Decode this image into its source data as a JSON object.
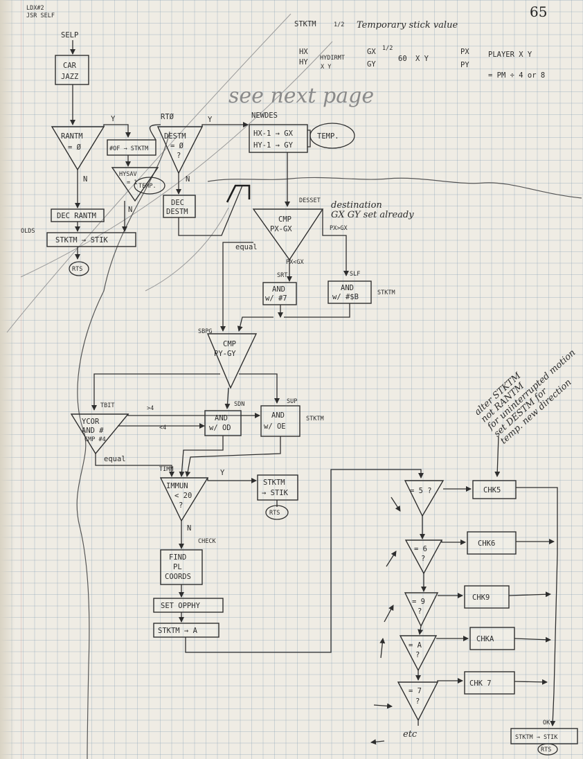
{
  "page_number": "65",
  "corner_note": [
    "LDX#2",
    "JSR SELF"
  ],
  "header": {
    "stktm_label": "STKTM",
    "stktm_fraction": "1/2",
    "stktm_desc": "Temporary stick value",
    "hx": "HX",
    "hy": "HY",
    "hydirmt": "HYDIRMT",
    "xy_small": "X Y",
    "gx": "GX",
    "gy": "GY",
    "half": "1/2",
    "sixty": "60",
    "xy": "X Y",
    "px": "PX",
    "py": "PY",
    "player_xy": "PLAYER X Y",
    "pm_formula": "= PM ÷ 4 or 8"
  },
  "see_next_page": "see next page",
  "destination_note": "destination",
  "gxgy_note": "GX GY set already",
  "side_note": [
    "alter STKTM",
    "not RANTM",
    "for uninterrupted motion",
    "set DESTM for",
    "temp. new direction"
  ],
  "nodes": {
    "selp": "SELP",
    "car_jazz": [
      "CAR",
      "JAZZ"
    ],
    "rantm": [
      "RANTM",
      "= Ø"
    ],
    "dec_rantm": "DEC RANTM",
    "stktm_stik_1": "STKTM → STIK",
    "olds": "OLDS",
    "rts_1": "RTS",
    "of_stktm": "#OF → STKTM",
    "hysave": [
      "HYSAV",
      "= 1"
    ],
    "temp_1": "TEMP.",
    "rto": "RTØ",
    "destm": [
      "DESTM",
      "= Ø",
      "?"
    ],
    "dec_destm": [
      "DEC",
      "DESTM"
    ],
    "newdes": "NEWDES",
    "hx_gx": "HX-1 → GX",
    "hy_gy": "HY-1 → GY",
    "temp_2": "TEMP.",
    "desset": "DESSET",
    "cmp_px": [
      "CMP",
      "PX-GX"
    ],
    "px_gt": "PX>GX",
    "px_lt": "PX<GX",
    "equal_1": "equal",
    "srt": "SRT",
    "slf": "SLF",
    "and_7": [
      "AND",
      "w/ #7"
    ],
    "and_b": [
      "AND",
      "w/ #$B"
    ],
    "stktm_note_1": "STKTM",
    "sbpg": "SBPG",
    "cmp_py": [
      "CMP",
      "PY-GY"
    ],
    "tbit": "TBIT",
    "ycor": [
      "YCOR",
      "AND #",
      "CMP #4"
    ],
    "gt4": ">4",
    "lt4": "<4",
    "sdn": "SDN",
    "sup": "SUP",
    "and_od": [
      "AND",
      "w/ OD"
    ],
    "and_oe": [
      "AND",
      "w/ OE"
    ],
    "stktm_note_2": "STKTM",
    "equal_2": "equal",
    "timm": "TIMM",
    "immun": [
      "IMMUN",
      "< 20",
      "?"
    ],
    "y_label": "Y",
    "n_label": "N",
    "stktm_stik_2": [
      "STKTM",
      "→ STIK"
    ],
    "rts_2": "RTS",
    "check": "CHECK",
    "find_pl": [
      "FIND",
      "PL",
      "COORDS"
    ],
    "set_opphy": "SET OPPHY",
    "stktm_a": "STKTM → A",
    "eq5": [
      "= 5 ?"
    ],
    "eq6": [
      "= 6",
      "?"
    ],
    "eq9": [
      "= 9",
      "?"
    ],
    "eqa": [
      "= A",
      "?"
    ],
    "eq7": [
      "= 7",
      "?"
    ],
    "chk5": "CHK5",
    "chk6": "CHK6",
    "chk9": "CHK9",
    "chka": "CHKA",
    "chk7": "CHK 7",
    "etc": "etc",
    "ok": "OK",
    "stktm_stik_3": "STKTM → STIK",
    "rts_3": "RTS"
  }
}
